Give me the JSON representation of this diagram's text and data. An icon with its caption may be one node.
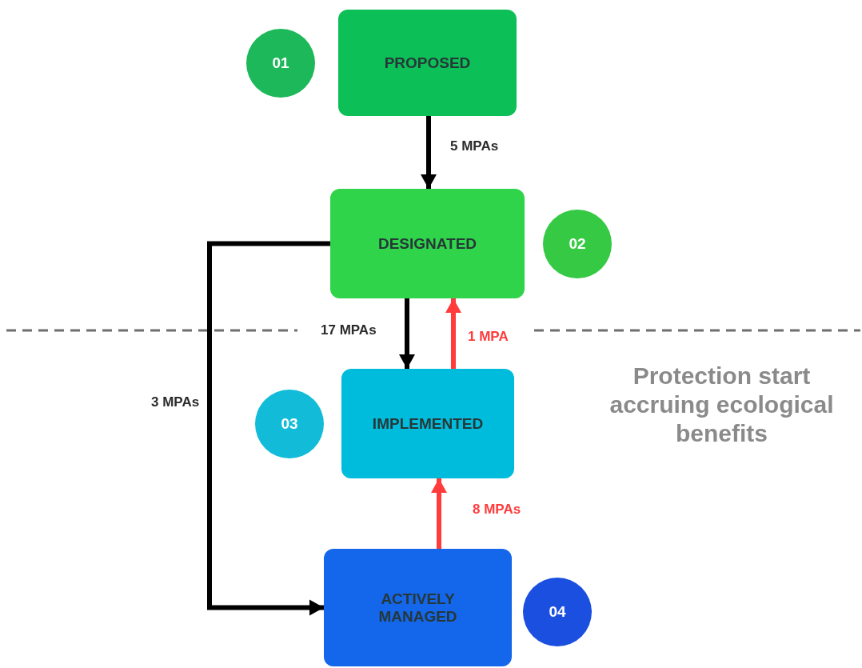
{
  "diagram": {
    "nodes": [
      {
        "text": [
          "01"
        ]
      },
      {
        "text": [
          "PROPOSED"
        ]
      },
      {
        "text": [
          "DESIGNATED"
        ]
      },
      {
        "text": [
          "02"
        ]
      },
      {
        "text": [
          "03"
        ]
      },
      {
        "text": [
          "IMPLEMENTED"
        ]
      },
      {
        "text": [
          "ACTIVELY MANAGED"
        ]
      },
      {
        "text": [
          "04"
        ]
      }
    ],
    "edges": [
      {
        "from": 1,
        "to": 2,
        "arrow": "to",
        "label": "5 MPAs"
      },
      {
        "from": 2,
        "to": 5,
        "arrow": "to",
        "label": "17 MPAs"
      },
      {
        "from": 5,
        "to": 2,
        "arrow": "to",
        "label": "1 MPA",
        "color": "#ff3b3b"
      },
      {
        "from": 6,
        "to": 5,
        "arrow": "to",
        "label": "8 MPAs",
        "color": "#ff3b3b"
      },
      {
        "from": 2,
        "to": 6,
        "arrow": "to",
        "label": "3 MPAs"
      }
    ],
    "labels": [
      "Protection start accruing ecological benefits"
    ]
  }
}
